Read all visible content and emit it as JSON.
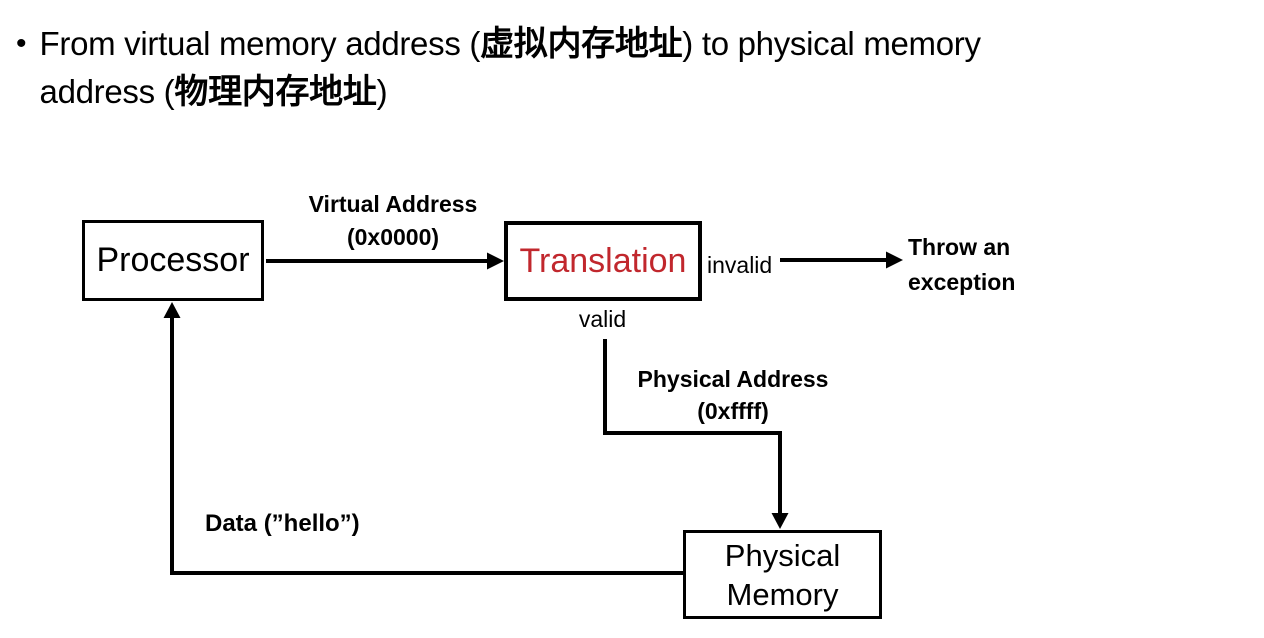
{
  "slide": {
    "title": {
      "bullet": "•",
      "line1": {
        "en1": "From virtual memory address (",
        "cn": "虚拟内存地址",
        "en2": ") to physical memory"
      },
      "line2": {
        "en1": "address (",
        "cn": "物理内存地址",
        "en2": ")"
      }
    },
    "diagram": {
      "boxes": {
        "processor": {
          "label": "Processor"
        },
        "translation": {
          "label": "Translation"
        },
        "physical_memory": {
          "line1": "Physical",
          "line2": "Memory"
        }
      },
      "labels": {
        "virtual_address": {
          "line1": "Virtual Address",
          "line2": "(0x0000)"
        },
        "invalid": "invalid",
        "throw_exception": {
          "line1": "Throw an",
          "line2": "exception"
        },
        "valid": "valid",
        "physical_address": {
          "line1": "Physical Address",
          "line2": "(0xffff)"
        },
        "data": "Data (”hello”)"
      },
      "colors": {
        "translation_text": "#c1272d",
        "line_and_text": "#000000",
        "background": "#ffffff"
      }
    }
  }
}
